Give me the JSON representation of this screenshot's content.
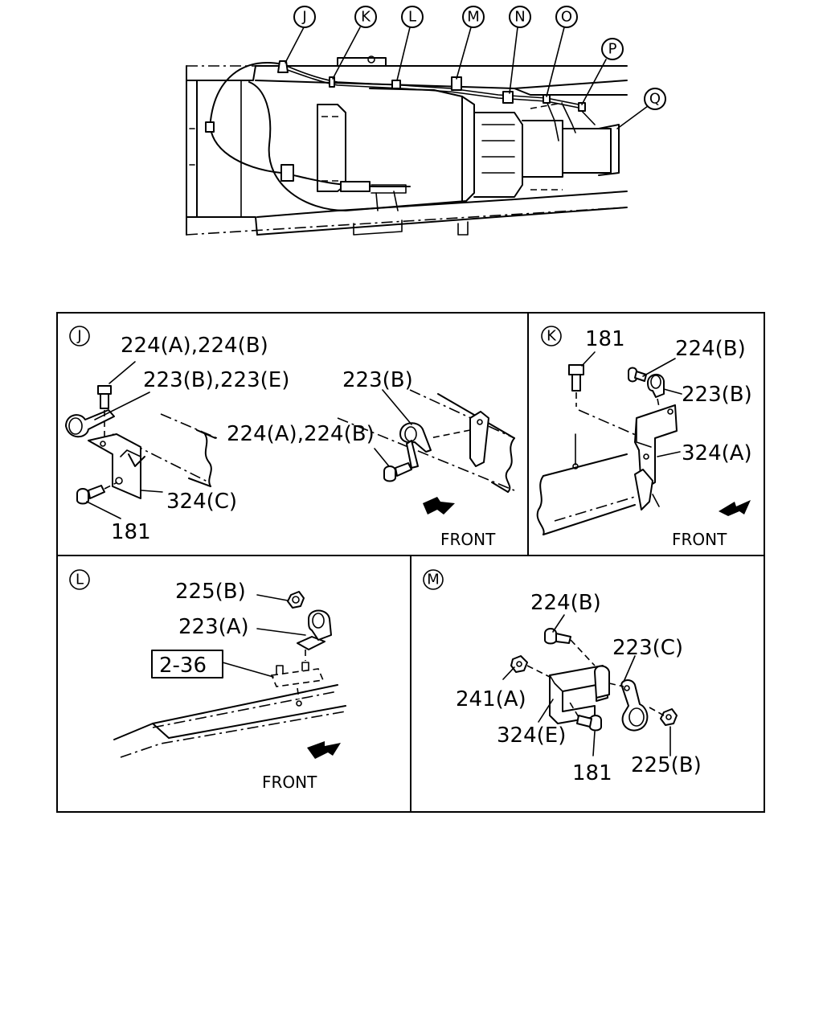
{
  "overview": {
    "callouts": [
      "J",
      "K",
      "L",
      "M",
      "N",
      "O",
      "P",
      "Q"
    ]
  },
  "panels": {
    "J": {
      "letter": "J",
      "labels": {
        "bolt_top": "224(A),224(B)",
        "clamp": "223(B),223(E)",
        "clamp_right": "223(B)",
        "bolt_right": "224(A),224(B)",
        "bracket": "324(C)",
        "bolt_bottom": "181"
      },
      "front": "FRONT"
    },
    "K": {
      "letter": "K",
      "labels": {
        "bolt": "181",
        "bolt_small": "224(B)",
        "clamp": "223(B)",
        "bracket": "324(A)"
      },
      "front": "FRONT"
    },
    "L": {
      "letter": "L",
      "labels": {
        "nut": "225(B)",
        "clamp": "223(A)",
        "ref": "2-36"
      },
      "front": "FRONT"
    },
    "M": {
      "letter": "M",
      "labels": {
        "bolt": "224(B)",
        "clamp": "223(C)",
        "nut_left": "241(A)",
        "bracket": "324(E)",
        "bolt_bottom": "181",
        "nut_right": "225(B)"
      }
    }
  }
}
